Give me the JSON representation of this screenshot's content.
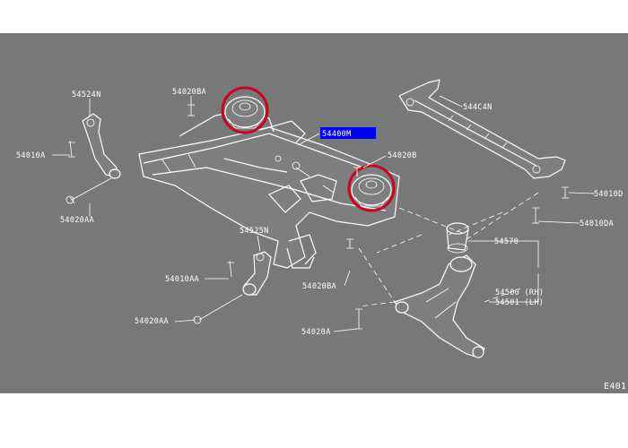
{
  "diagram": {
    "highlight_color": "#d0021b",
    "selected_label_bg": "#0000ff",
    "labels": {
      "p54524N": "54524N",
      "p54020BA_top": "54020BA",
      "p54400M": "54400M",
      "p54464N": "544C4N",
      "p54010A": "54010A",
      "p54020AA_left": "54020AA",
      "p54020B": "54020B",
      "p54010D": "54010D",
      "p54010DA": "54010DA",
      "p54525N": "54525N",
      "p54570": "54570",
      "p54010AA": "54010AA",
      "p54020BA_mid": "54020BA",
      "p54500": "54500 (RH)",
      "p54501": "54501 (LH)",
      "p54020AA_bottom": "54020AA",
      "p54020A": "54020A",
      "figure_code": "E401"
    }
  }
}
